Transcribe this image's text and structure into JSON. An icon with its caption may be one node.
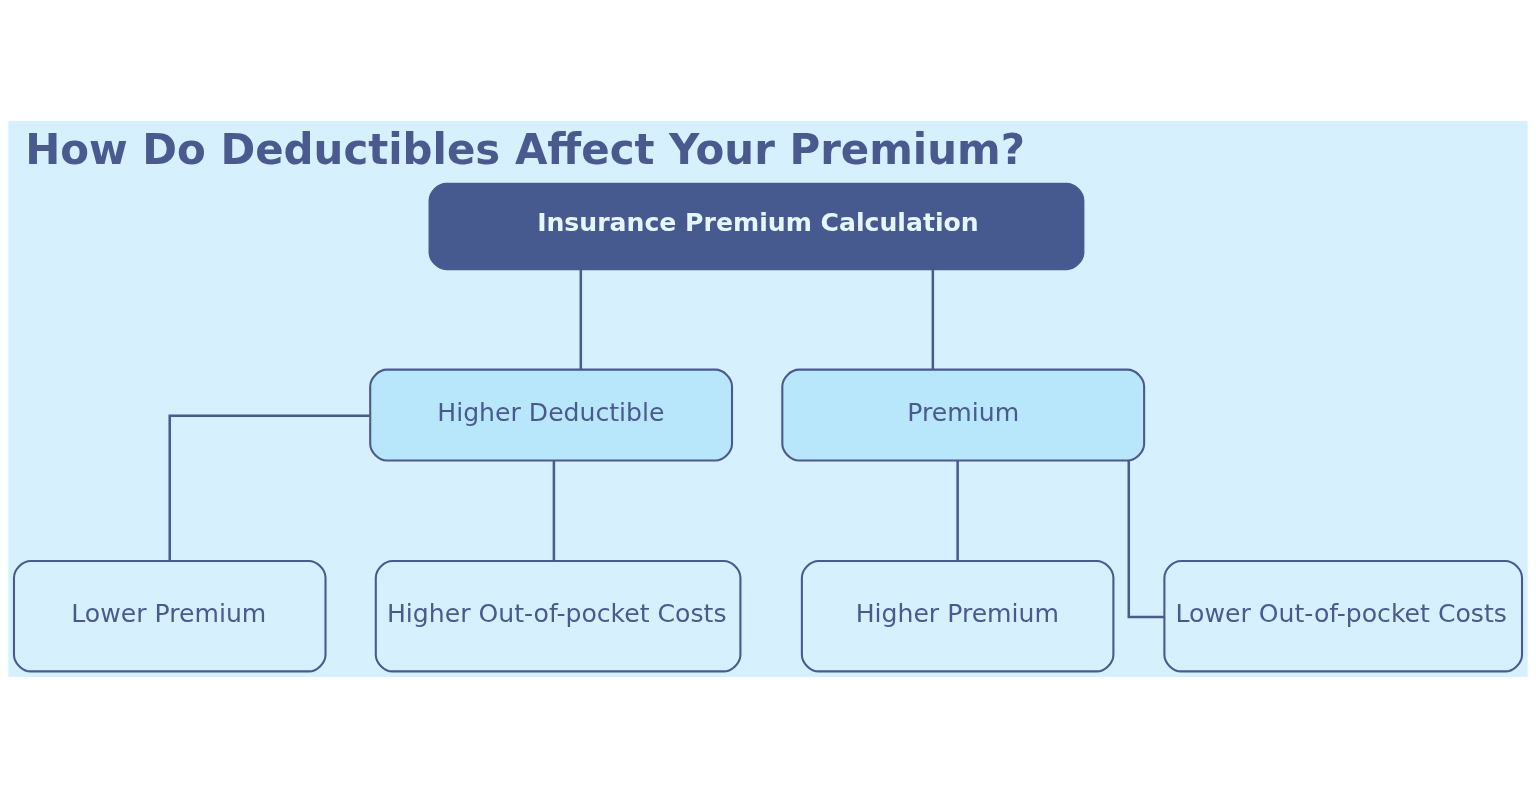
{
  "diagram": {
    "title": "How Do Deductibles Affect Your Premium?",
    "nodes": [
      {
        "text": [
          "Insurance Premium Calculation"
        ]
      },
      {
        "text": [
          "Higher Deductible"
        ]
      },
      {
        "text": [
          "Premium"
        ]
      },
      {
        "text": [
          "Lower Premium"
        ]
      },
      {
        "text": [
          "Higher Out-of-pocket Costs"
        ]
      },
      {
        "text": [
          "Higher Premium"
        ]
      },
      {
        "text": [
          "Lower Out-of-pocket Costs"
        ]
      }
    ],
    "edges": [
      {
        "from": 0,
        "to": 1,
        "arrow": "none"
      },
      {
        "from": 0,
        "to": 2,
        "arrow": "none"
      },
      {
        "from": 1,
        "to": 3,
        "arrow": "none"
      },
      {
        "from": 1,
        "to": 4,
        "arrow": "none"
      },
      {
        "from": 2,
        "to": 5,
        "arrow": "none"
      },
      {
        "from": 2,
        "to": 6,
        "arrow": "none"
      }
    ]
  }
}
